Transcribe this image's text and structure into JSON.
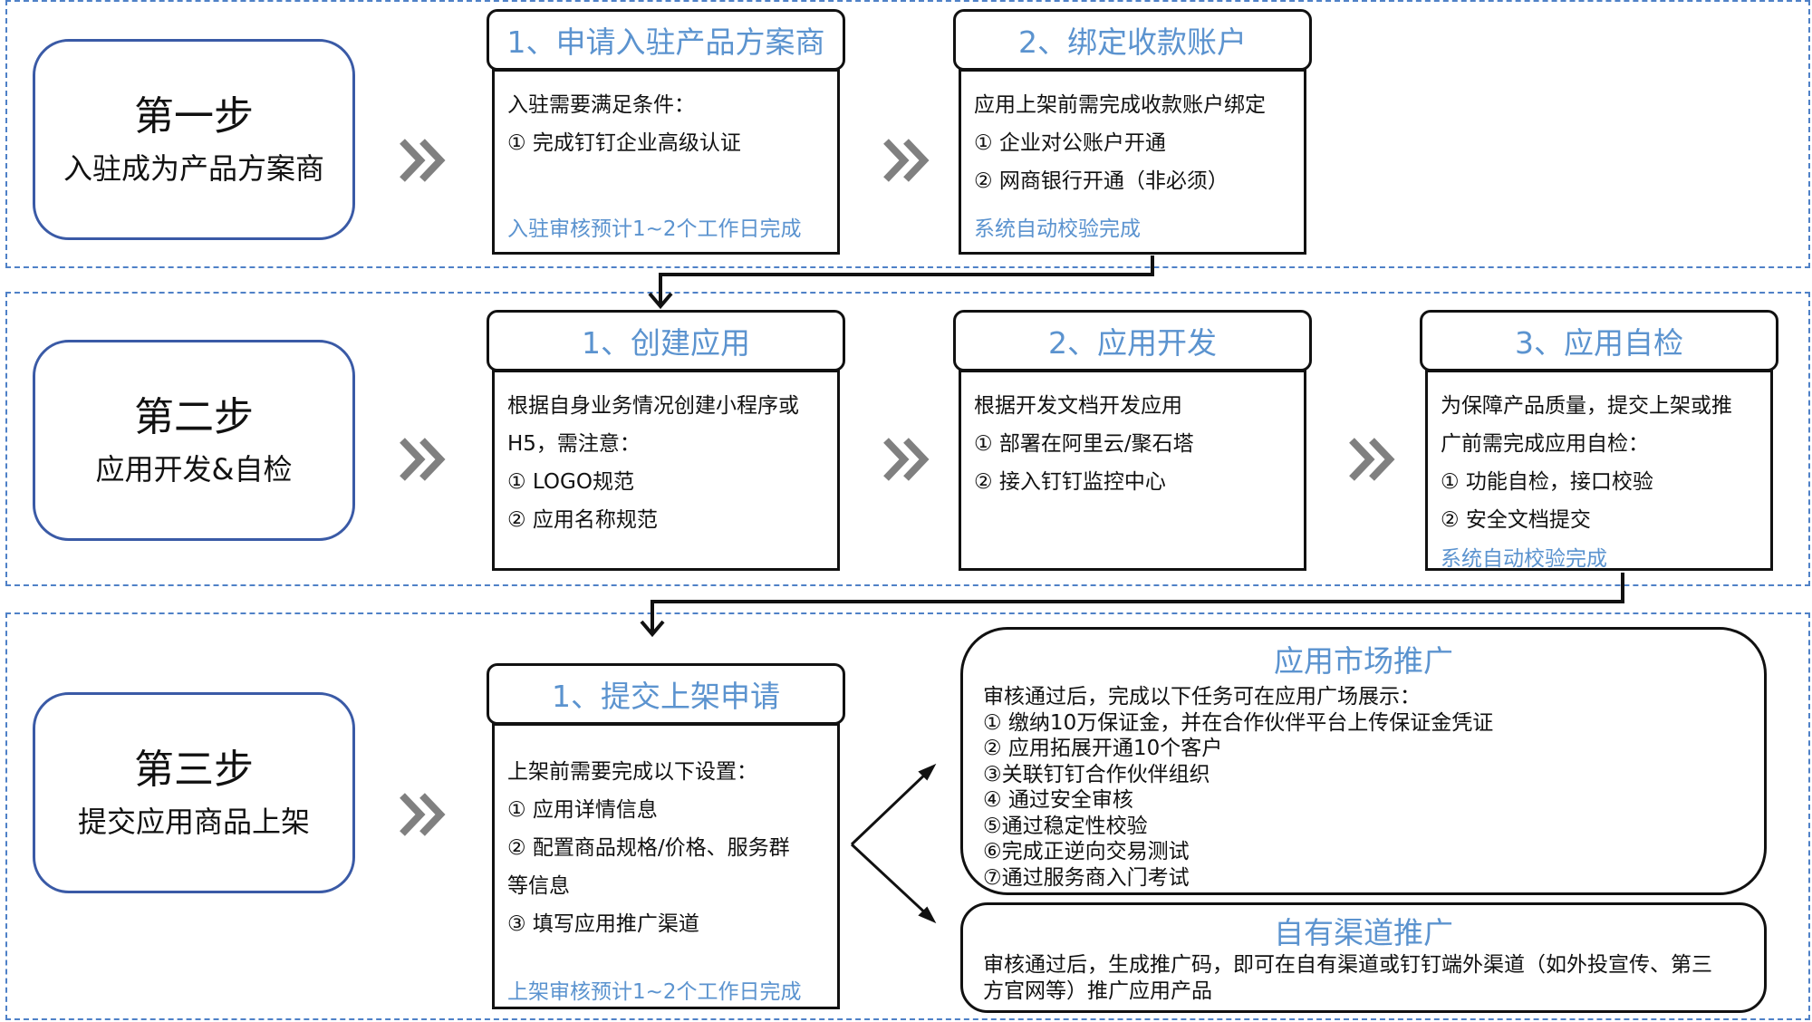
{
  "step1": {
    "title": "第一步",
    "subtitle": "入驻成为产品方案商",
    "card1": {
      "title": "1、申请入驻产品方案商",
      "lines": [
        "入驻需要满足条件：",
        "① 完成钉钉企业高级认证"
      ],
      "note": "入驻审核预计1~2个工作日完成"
    },
    "card2": {
      "title": "2、绑定收款账户",
      "lines": [
        "应用上架前需完成收款账户绑定",
        "① 企业对公账户开通",
        "②  网商银行开通（非必须）"
      ],
      "note": "系统自动校验完成"
    }
  },
  "step2": {
    "title": "第二步",
    "subtitle": "应用开发&自检",
    "card1": {
      "title": "1、创建应用",
      "lines": [
        "根据自身业务情况创建小程序或",
        "H5，需注意：",
        "① LOGO规范",
        "② 应用名称规范"
      ]
    },
    "card2": {
      "title": "2、应用开发",
      "lines": [
        "根据开发文档开发应用",
        "① 部署在阿里云/聚石塔",
        "②  接入钉钉监控中心"
      ]
    },
    "card3": {
      "title": "3、应用自检",
      "lines": [
        "为保障产品质量，提交上架或推",
        "广前需完成应用自检：",
        "① 功能自检，接口校验",
        "②  安全文档提交"
      ],
      "note": "系统自动校验完成"
    }
  },
  "step3": {
    "title": "第三步",
    "subtitle": "提交应用商品上架",
    "card1": {
      "title": "1、提交上架申请",
      "lines": [
        "上架前需要完成以下设置：",
        "① 应用详情信息",
        "② 配置商品规格/价格、服务群",
        "等信息",
        "③ 填写应用推广渠道"
      ],
      "note": "上架审核预计1~2个工作日完成"
    },
    "market": {
      "title": "应用市场推广",
      "lines": [
        "审核通过后，完成以下任务可在应用广场展示：",
        "① 缴纳10万保证金，并在合作伙伴平台上传保证金凭证",
        "② 应用拓展开通10个客户",
        "③关联钉钉合作伙伴组织",
        "④ 通过安全审核",
        "⑤通过稳定性校验",
        "⑥完成正逆向交易测试",
        "⑦通过服务商入门考试"
      ]
    },
    "own": {
      "title": "自有渠道推广",
      "lines": [
        "审核通过后，生成推广码，即可在自有渠道或钉钉端外渠道（如外投宣传、第三",
        "方官网等）推广应用产品"
      ]
    }
  }
}
